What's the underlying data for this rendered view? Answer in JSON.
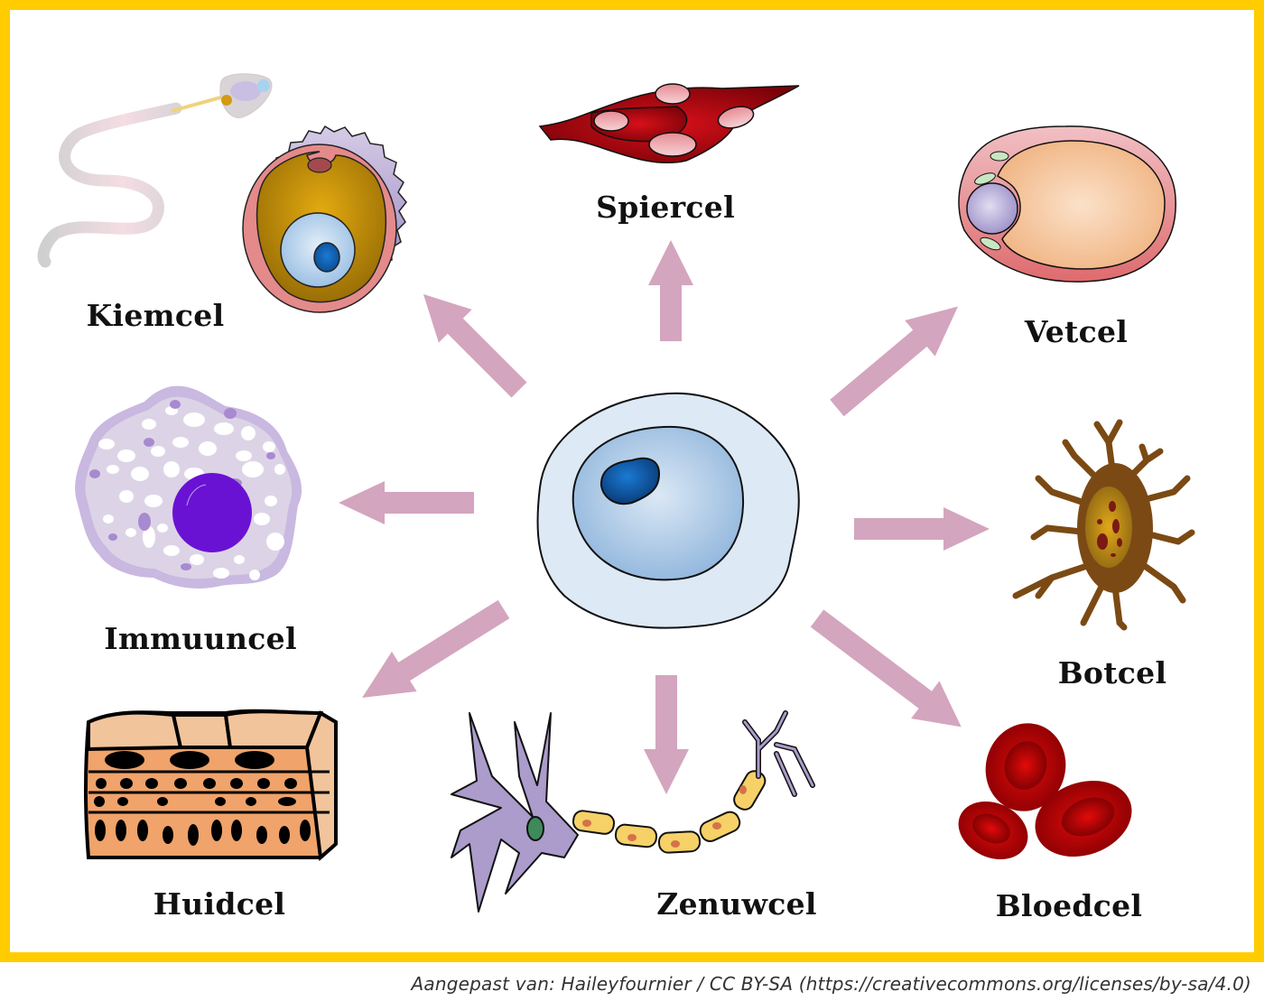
{
  "diagram": {
    "title": "Stamcel differentiatie",
    "center": {
      "name": "stem-cell",
      "label": ""
    },
    "cells": [
      {
        "key": "kiemcel",
        "label": "Kiemcel"
      },
      {
        "key": "spiercel",
        "label": "Spiercel"
      },
      {
        "key": "vetcel",
        "label": "Vetcel"
      },
      {
        "key": "immuuncel",
        "label": "Immuuncel"
      },
      {
        "key": "botcel",
        "label": "Botcel"
      },
      {
        "key": "huidcel",
        "label": "Huidcel"
      },
      {
        "key": "zenuwcel",
        "label": "Zenuwcel"
      },
      {
        "key": "bloedcel",
        "label": "Bloedcel"
      }
    ],
    "arrow_color": "#d4a5be",
    "frame_color": "#ffcc00"
  },
  "caption": "Aangepast van: Haileyfournier / CC BY-SA (https://creativecommons.org/licenses/by-sa/4.0)"
}
